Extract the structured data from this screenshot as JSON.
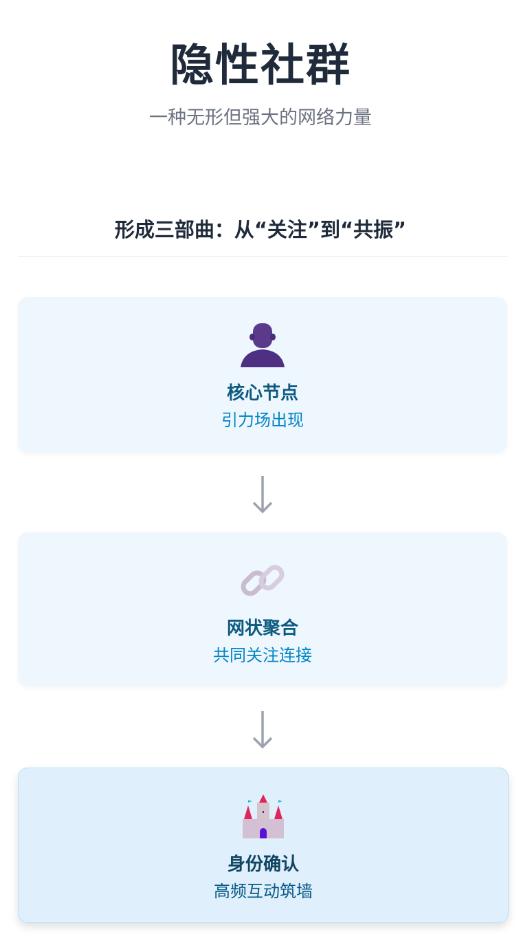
{
  "header": {
    "title": "隐性社群",
    "subtitle": "一种无形但强大的网络力量"
  },
  "section": {
    "title": "形成三部曲：从“关注”到“共振”"
  },
  "steps": [
    {
      "icon": "person-silhouette-icon",
      "title": "核心节点",
      "subtitle": "引力场出现"
    },
    {
      "icon": "chain-link-icon",
      "title": "网状聚合",
      "subtitle": "共同关注连接"
    },
    {
      "icon": "castle-icon",
      "title": "身份确认",
      "subtitle": "高频互动筑墙"
    }
  ],
  "colors": {
    "accent": "#0284c7",
    "title": "#1f2a3a",
    "card_bg": "#eff7fe",
    "highlight_bg": "#dff0fc"
  }
}
